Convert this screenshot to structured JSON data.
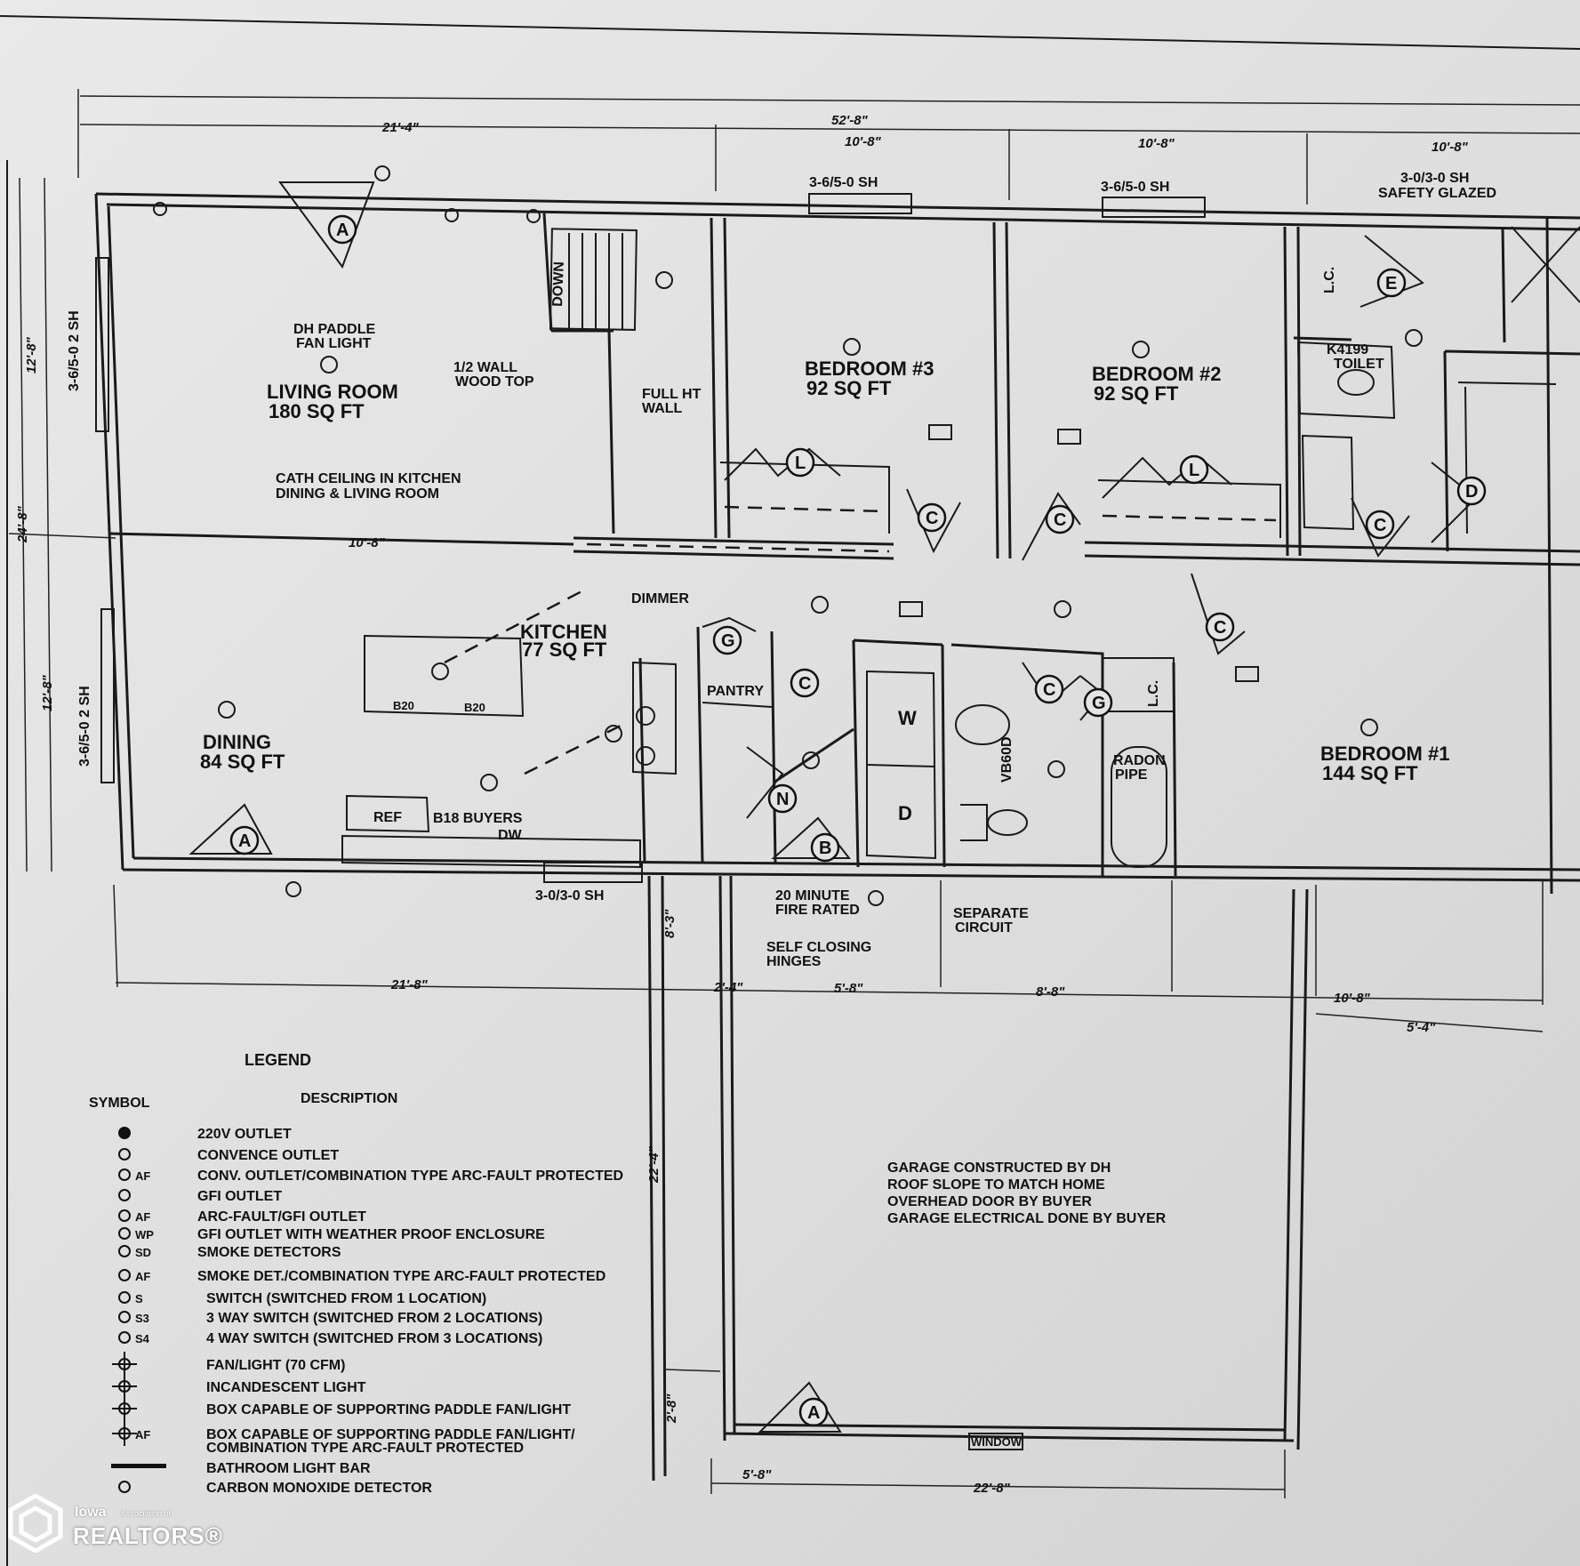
{
  "rooms": {
    "living_room": {
      "name": "LIVING ROOM",
      "area": "180 SQ FT"
    },
    "dining": {
      "name": "DINING",
      "area": "84 SQ FT"
    },
    "kitchen": {
      "name": "KITCHEN",
      "area": "77 SQ FT"
    },
    "bedroom1": {
      "name": "BEDROOM #1",
      "area": "144 SQ FT"
    },
    "bedroom2": {
      "name": "BEDROOM #2",
      "area": "92 SQ FT"
    },
    "bedroom3": {
      "name": "BEDROOM #3",
      "area": "92 SQ FT"
    },
    "pantry": {
      "name": "PANTRY"
    }
  },
  "notes": {
    "fan_light_1": "DH PADDLE",
    "fan_light_2": "FAN LIGHT",
    "half_wall_1": "1/2 WALL",
    "half_wall_2": "WOOD TOP",
    "full_wall_1": "FULL HT",
    "full_wall_2": "WALL",
    "cath_1": "CATH CEILING IN KITCHEN",
    "cath_2": "DINING & LIVING ROOM",
    "down": "DOWN",
    "dimmer": "DIMMER",
    "fire_rated_1": "20 MINUTE",
    "fire_rated_2": "FIRE RATED",
    "hinges_1": "SELF CLOSING",
    "hinges_2": "HINGES",
    "separate_1": "SEPARATE",
    "separate_2": "CIRCUIT",
    "radon_1": "RADON",
    "radon_2": "PIPE",
    "toilet_1": "K4199",
    "toilet_2": "TOILET",
    "lc": "L.C.",
    "window": "WINDOW",
    "ref": "REF",
    "dw": "DW",
    "b18_buyers": "B18 BUYERS",
    "b20": "B20",
    "vanity": "VB60D",
    "w": "W",
    "d": "D"
  },
  "garage": {
    "line1": "GARAGE CONSTRUCTED BY DH",
    "line2": "ROOF SLOPE TO MATCH HOME",
    "line3": "OVERHEAD DOOR BY BUYER",
    "line4": "GARAGE ELECTRICAL DONE BY BUYER"
  },
  "windows": {
    "living_side": "3-6/5-0 2 SH",
    "dining_side": "3-6/5-0 2 SH",
    "bed3_top": "3-6/5-0 SH",
    "bed2_top": "3-6/5-0 SH",
    "bath_top_1": "3-0/3-0 SH",
    "bath_top_2": "SAFETY GLAZED",
    "kitchen_bottom": "3-0/3-0 SH"
  },
  "dimensions": {
    "overall": "52'-8\"",
    "left_top": "21'-4\"",
    "seg_a": "10'-8\"",
    "seg_b": "10'-8\"",
    "seg_c": "10'-8\"",
    "height_total": "24'-8\"",
    "height_top": "12'-8\"",
    "height_bottom": "12'-8\"",
    "mid": "10'-8\"",
    "bottom_left": "21'-8\"",
    "bottom_b": "2'-4\"",
    "bottom_c": "5'-8\"",
    "bottom_d": "8'-8\"",
    "bottom_e": "10'-8\"",
    "bottom_f": "5'-4\"",
    "garage_depth": "22'-4\"",
    "garage_left": "5'-8\"",
    "garage_width": "22'-8\"",
    "walk_a": "8'-3\"",
    "walk_b": "2'-8\""
  },
  "door_tags": [
    "A",
    "A",
    "A",
    "B",
    "C",
    "C",
    "C",
    "C",
    "C",
    "C",
    "D",
    "E",
    "G",
    "G",
    "L",
    "L",
    "N"
  ],
  "legend": {
    "title": "LEGEND",
    "col_symbol": "SYMBOL",
    "col_desc": "DESCRIPTION",
    "items": [
      {
        "icon": "outlet-220v-icon",
        "code": "",
        "text": "220V OUTLET"
      },
      {
        "icon": "convenience-outlet-icon",
        "code": "",
        "text": "CONVENCE OUTLET"
      },
      {
        "icon": "af-outlet-icon",
        "code": "AF",
        "text": "CONV. OUTLET/COMBINATION TYPE ARC-FAULT PROTECTED"
      },
      {
        "icon": "gfi-outlet-icon",
        "code": "",
        "text": "GFI OUTLET"
      },
      {
        "icon": "af-gfi-outlet-icon",
        "code": "AF",
        "text": "ARC-FAULT/GFI OUTLET"
      },
      {
        "icon": "gfi-wp-outlet-icon",
        "code": "WP",
        "text": "GFI OUTLET WITH WEATHER PROOF ENCLOSURE"
      },
      {
        "icon": "smoke-detector-icon",
        "code": "SD",
        "text": "SMOKE DETECTORS"
      },
      {
        "icon": "smoke-af-icon",
        "code": "AF",
        "text": "SMOKE DET./COMBINATION TYPE ARC-FAULT PROTECTED"
      },
      {
        "icon": "switch-icon",
        "code": "S",
        "text": "SWITCH (SWITCHED FROM 1 LOCATION)"
      },
      {
        "icon": "three-way-switch-icon",
        "code": "S3",
        "text": "3 WAY SWITCH (SWITCHED FROM 2 LOCATIONS)"
      },
      {
        "icon": "four-way-switch-icon",
        "code": "S4",
        "text": "4 WAY SWITCH (SWITCHED FROM 3 LOCATIONS)"
      },
      {
        "icon": "fan-light-icon",
        "code": "",
        "text": "FAN/LIGHT (70 CFM)"
      },
      {
        "icon": "incandescent-light-icon",
        "code": "",
        "text": "INCANDESCENT LIGHT"
      },
      {
        "icon": "fan-box-icon",
        "code": "",
        "text": "BOX CAPABLE OF SUPPORTING PADDLE FAN/LIGHT"
      },
      {
        "icon": "fan-box-af-icon",
        "code": "AF",
        "text": "BOX CAPABLE OF SUPPORTING PADDLE FAN/LIGHT/"
      },
      {
        "icon": "",
        "code": "",
        "text": "COMBINATION TYPE ARC-FAULT PROTECTED"
      },
      {
        "icon": "light-bar-icon",
        "code": "",
        "text": "BATHROOM LIGHT BAR"
      },
      {
        "icon": "co-detector-icon",
        "code": "",
        "text": "CARBON MONOXIDE DETECTOR"
      }
    ]
  },
  "logo": {
    "top": "Iowa",
    "sub": "Association of",
    "main": "REALTORS®"
  }
}
